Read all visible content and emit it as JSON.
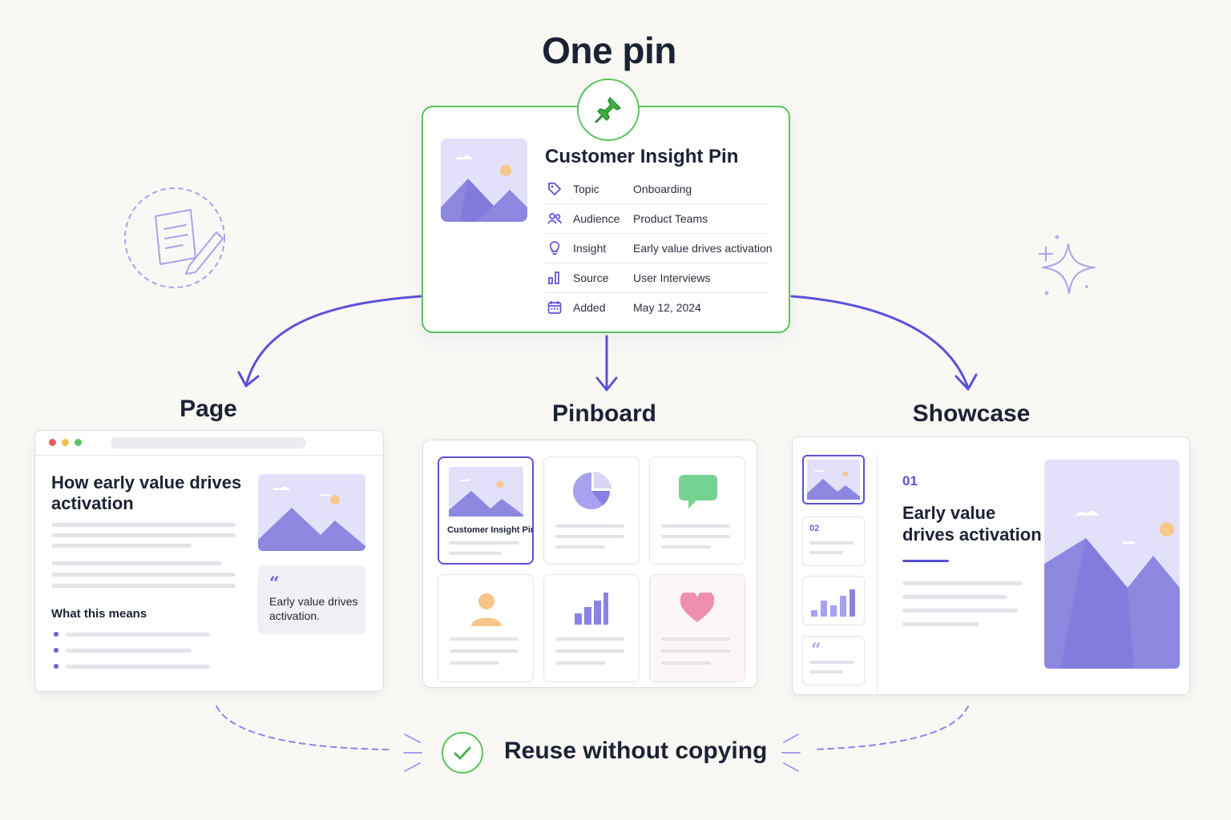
{
  "colors": {
    "accent_green": "#56c45a",
    "accent_purple": "#5b51d8",
    "text_dark": "#1c2233",
    "background": "#faf8f5"
  },
  "header": {
    "title": "One pin"
  },
  "pin_card": {
    "icon": "pushpin-icon",
    "title": "Customer Insight Pin",
    "rows": [
      {
        "icon": "tag-icon",
        "label": "Topic",
        "value": "Onboarding"
      },
      {
        "icon": "users-icon",
        "label": "Audience",
        "value": "Product Teams"
      },
      {
        "icon": "lightbulb-icon",
        "label": "Insight",
        "value": "Early value drives activation"
      },
      {
        "icon": "bar-chart-icon",
        "label": "Source",
        "value": "User Interviews"
      },
      {
        "icon": "calendar-icon",
        "label": "Added",
        "value": "May 12, 2024"
      }
    ]
  },
  "page": {
    "title": "Page",
    "heading": "How early value drives activation",
    "subheading": "What this means",
    "quote_mark": "“",
    "quote": "Early value drives activation."
  },
  "pinboard": {
    "title": "Pinboard",
    "selected_tile_label": "Customer Insight Pin",
    "tiles": [
      "image-icon",
      "pie-chart-icon",
      "chat-bubble-icon",
      "person-icon",
      "bar-chart-icon",
      "heart-icon"
    ]
  },
  "showcase": {
    "title": "Showcase",
    "slide_number": "01",
    "slide_heading": "Early value drives activation",
    "thumb_number": "02",
    "thumb_quote_mark": "“"
  },
  "footer": {
    "icon": "checkmark-icon",
    "text": "Reuse without copying"
  }
}
